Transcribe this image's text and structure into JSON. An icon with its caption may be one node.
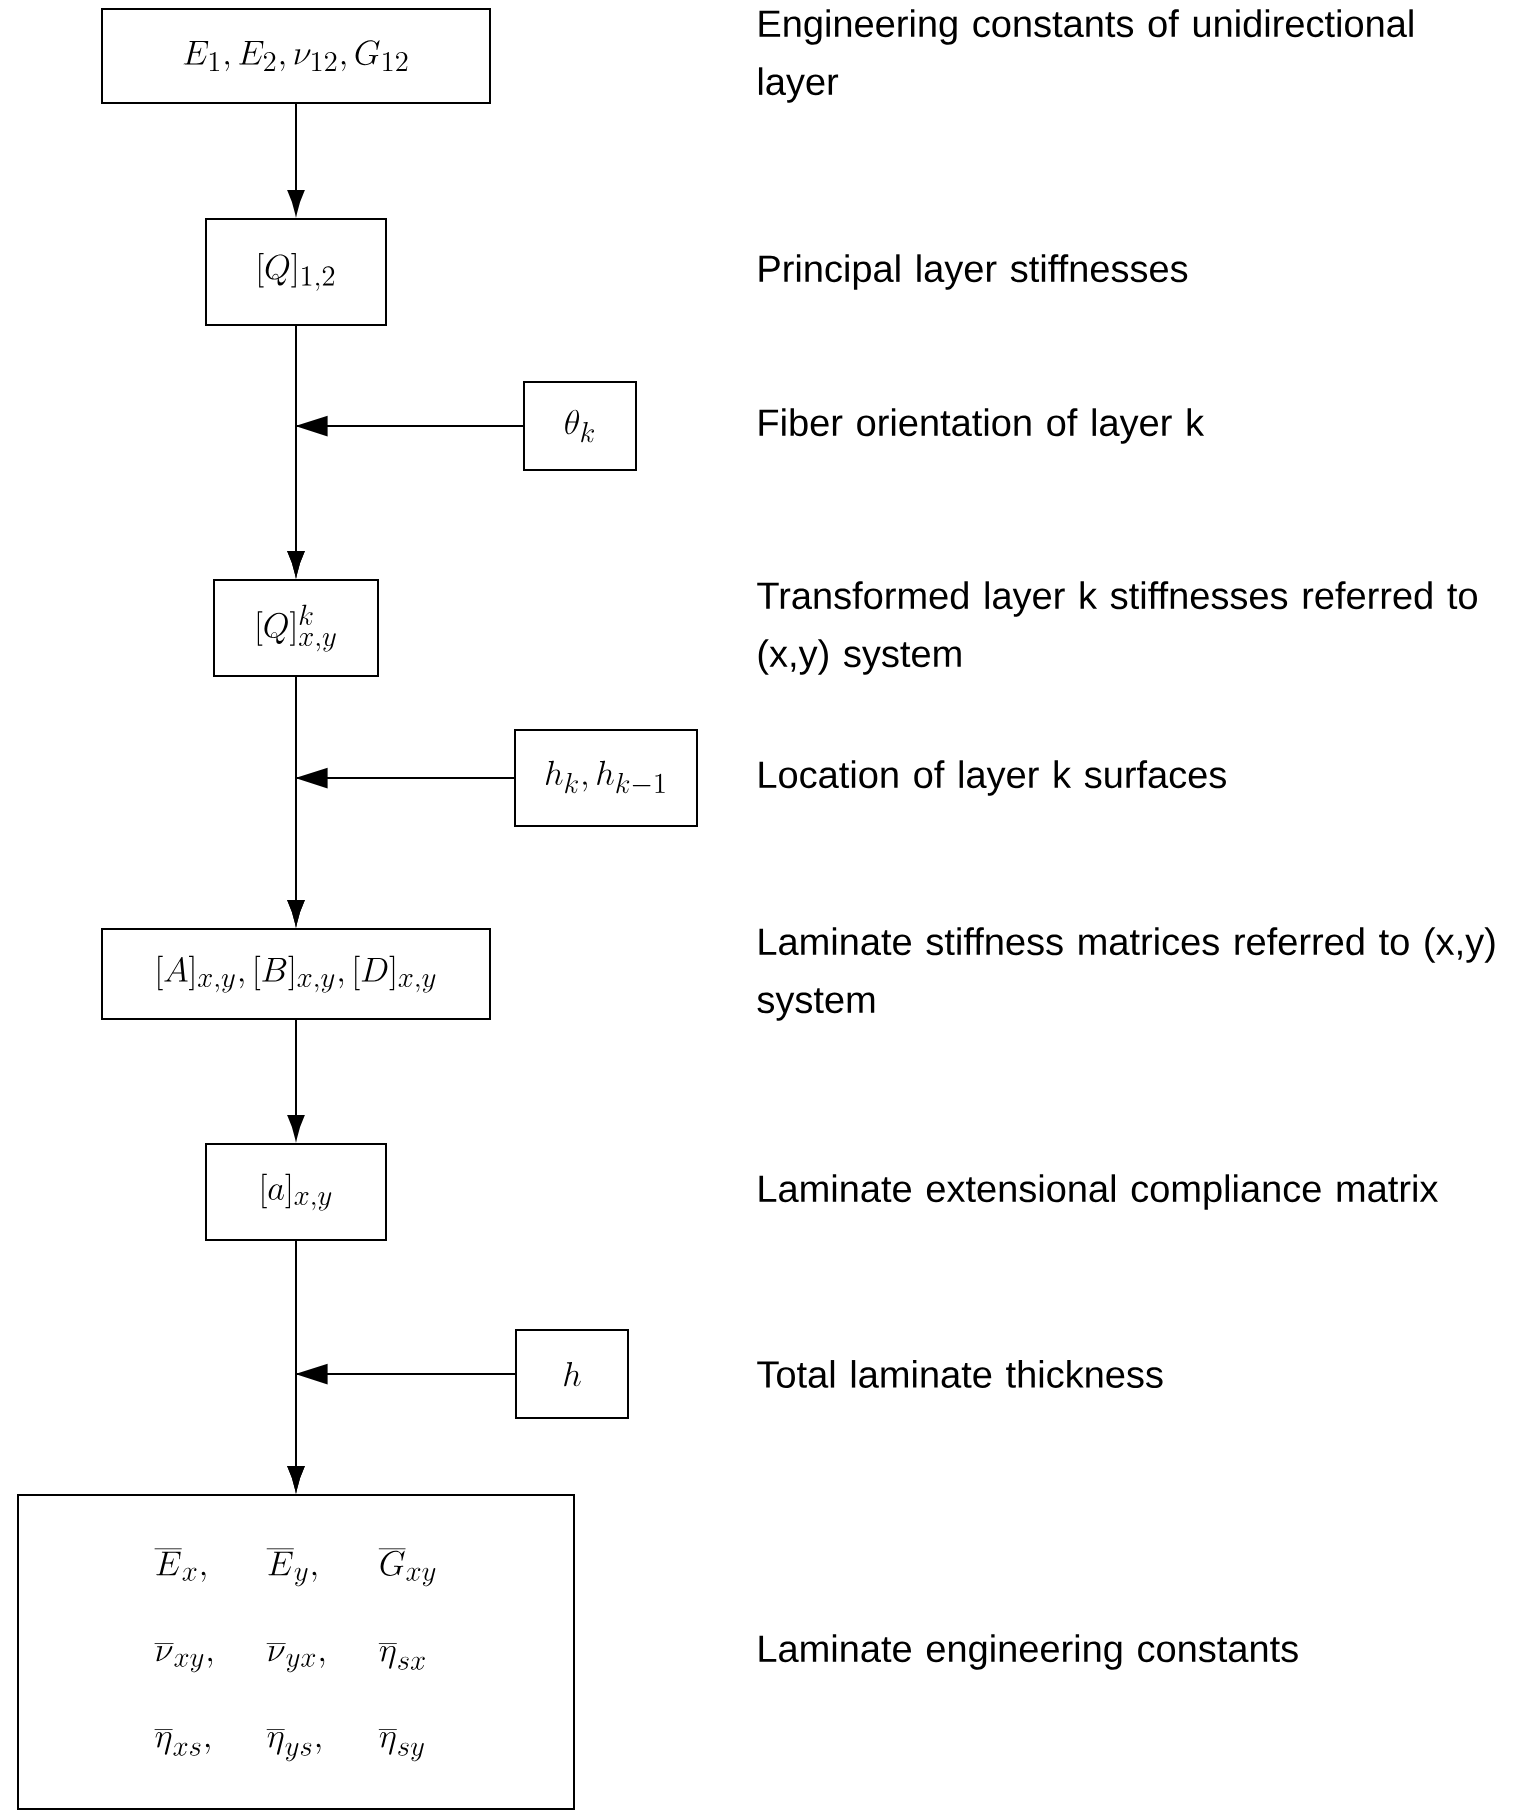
{
  "diagram": {
    "nodes": [
      {
        "text": [
          "E_1, E_2, \\nu_{12}, G_{12}"
        ]
      },
      {
        "text": [
          "[Q]_{1,2}"
        ]
      },
      {
        "text": [
          "\\theta_k"
        ],
        "beside": [
          "Fiber orientation of layer k"
        ]
      },
      {
        "text": [
          "[Q]^{k}_{x,y}"
        ]
      },
      {
        "text": [
          "h_k, h_{k-1}"
        ],
        "beside": [
          "Location of layer k surfaces"
        ]
      },
      {
        "text": [
          "[A]_{x,y}, [B]_{x,y}, [D]_{x,y}"
        ]
      },
      {
        "text": [
          "[a]_{x,y}"
        ]
      },
      {
        "text": [
          "h"
        ],
        "beside": [
          "Total laminate thickness"
        ]
      },
      {
        "text": [
          "\\overline{E}_x,",
          "\\overline{E}_y,",
          "\\overline{G}_{xy}",
          "\\overline{\\nu}_{xy},",
          "\\overline{\\nu}_{yx},",
          "\\overline{\\eta}_{sx}",
          "\\overline{\\eta}_{xs},",
          "\\overline{\\eta}_{ys},",
          "\\overline{\\eta}_{sy}"
        ]
      }
    ],
    "edges": [
      {
        "from": 0,
        "to": 1,
        "arrow": "to"
      },
      {
        "from": 1,
        "to": 3,
        "arrow": "to"
      },
      {
        "from": 2,
        "to": 3,
        "arrow": "to"
      },
      {
        "from": 3,
        "to": 5,
        "arrow": "to"
      },
      {
        "from": 4,
        "to": 5,
        "arrow": "to"
      },
      {
        "from": 5,
        "to": 6,
        "arrow": "to"
      },
      {
        "from": 6,
        "to": 8,
        "arrow": "to"
      },
      {
        "from": 7,
        "to": 8,
        "arrow": "to"
      }
    ],
    "labels": [
      "Engineering constants of unidirectional layer",
      "Principal layer stiffnesses",
      "Transformed layer k stiffnesses referred to (x,y) system",
      "Laminate stiffness matrices referred to (x,y) system",
      "Laminate extensional compliance matrix",
      "Laminate engineering constants"
    ]
  }
}
